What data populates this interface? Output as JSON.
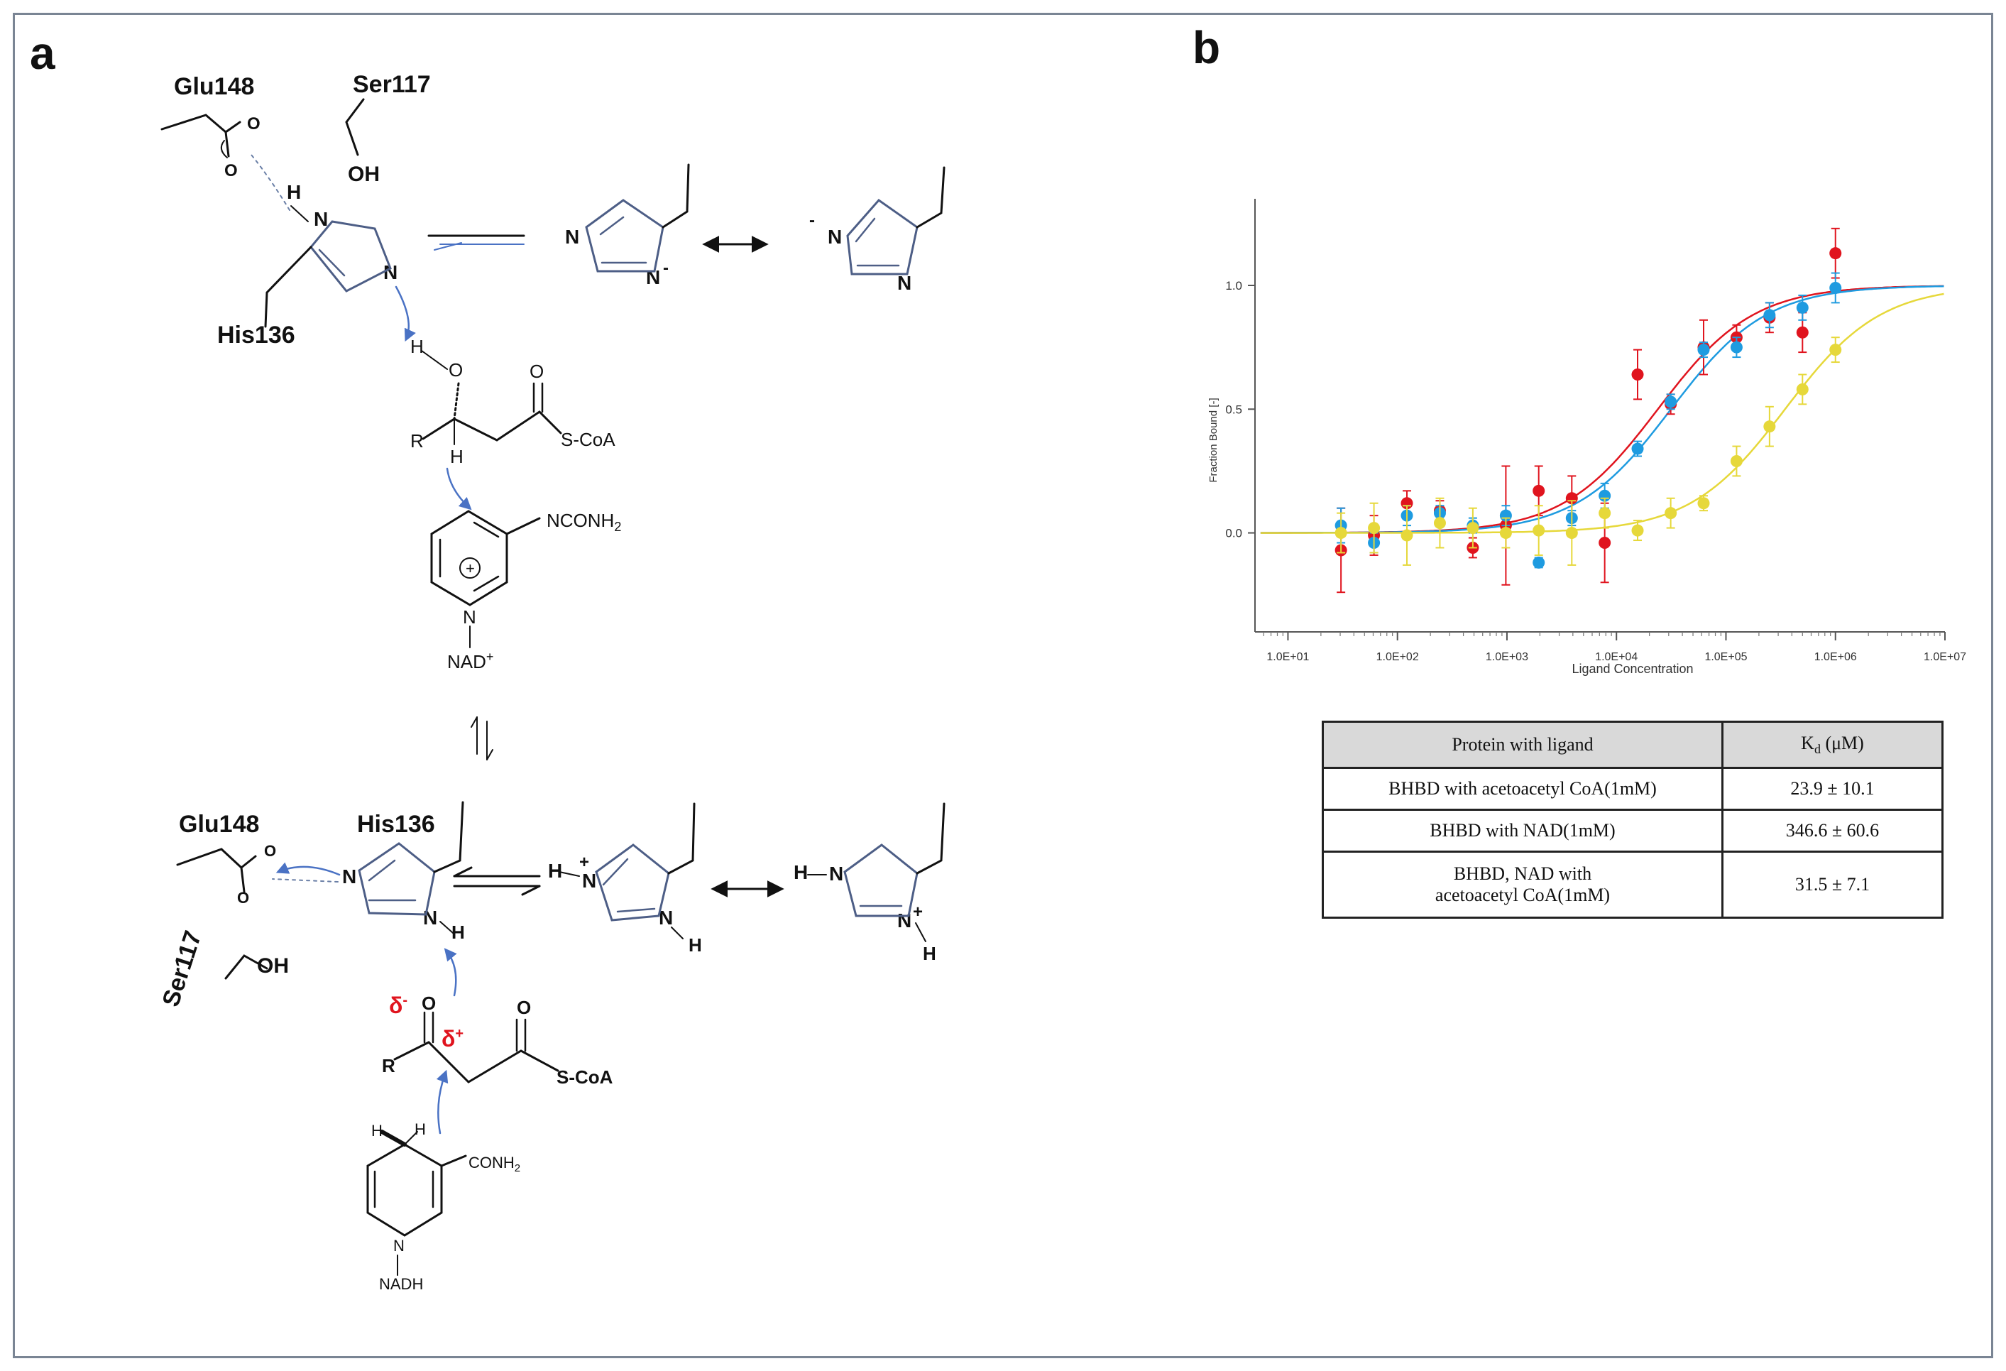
{
  "panel_a": {
    "letter": "a",
    "labels": {
      "glu148_top": "Glu148",
      "ser117_top": "Ser117",
      "his136_top": "His136",
      "oh_top": "OH",
      "h_his": "H",
      "n": "N",
      "h": "H",
      "o": "O",
      "r": "R",
      "s_coa": "S-CoA",
      "nconh2": "NCONH",
      "nconh2_sub": "2",
      "nad_plus": "NAD",
      "nad_plus_sup": "+",
      "circle_plus": "+",
      "glu148_bottom": "Glu148",
      "his136_bottom": "His136",
      "ser117_bottom": "Ser117",
      "oh_bottom": "OH",
      "delta_minus": "δ",
      "delta_minus_sup": "-",
      "delta_plus": "δ",
      "delta_plus_sup": "+",
      "conh2": "CONH",
      "conh2_sub": "2",
      "nadh": "NADH",
      "plus": "+",
      "minus": "-"
    },
    "colors": {
      "arrow": "#4a72c4",
      "ring": "#4d5e86",
      "delta": "#e0141e",
      "bond": "#111111"
    }
  },
  "panel_b": {
    "letter": "b",
    "chart_data": {
      "type": "scatter",
      "xlabel": "Ligand Concentration",
      "ylabel": "Fraction Bound [-]",
      "x_scale": "log",
      "xlim": [
        5,
        10000000
      ],
      "ylim": [
        -0.4,
        1.35
      ],
      "x_tick_labels": [
        "1.0E+01",
        "1.0E+02",
        "1.0E+03",
        "1.0E+04",
        "1.0E+05",
        "1.0E+06",
        "1.0E+07"
      ],
      "x_ticks": [
        10,
        100,
        1000,
        10000,
        100000,
        1000000,
        10000000
      ],
      "y_tick_labels": [
        "0.0",
        "0.5",
        "1.0"
      ],
      "y_ticks": [
        0,
        0.5,
        1.0
      ],
      "grid": false,
      "x": [
        30.5,
        61,
        122,
        244,
        488,
        977,
        1950,
        3910,
        7810,
        15600,
        31300,
        62500,
        125000,
        250000,
        500000,
        1000000
      ],
      "series": [
        {
          "color": "#e0141e",
          "y": [
            -0.07,
            -0.01,
            0.12,
            0.09,
            -0.06,
            0.03,
            0.17,
            0.14,
            -0.04,
            0.64,
            0.52,
            0.75,
            0.79,
            0.87,
            0.81,
            1.13
          ],
          "err": [
            0.17,
            0.08,
            0.05,
            0.04,
            0.04,
            0.24,
            0.1,
            0.09,
            0.16,
            0.1,
            0.04,
            0.11,
            0.05,
            0.06,
            0.08,
            0.1
          ],
          "fit_kd": 23.9
        },
        {
          "color": "#1e9be0",
          "y": [
            0.03,
            -0.04,
            0.07,
            0.08,
            0.03,
            0.07,
            -0.12,
            0.06,
            0.15,
            0.34,
            0.53,
            0.74,
            0.75,
            0.88,
            0.91,
            0.99
          ],
          "err": [
            0.07,
            0.04,
            0.04,
            0.03,
            0.03,
            0.04,
            0.02,
            0.03,
            0.05,
            0.03,
            0.03,
            0.03,
            0.04,
            0.05,
            0.05,
            0.06
          ],
          "fit_kd": 31.5
        },
        {
          "color": "#e6d83a",
          "y": [
            0.0,
            0.02,
            -0.01,
            0.04,
            0.02,
            0.0,
            0.01,
            0.0,
            0.08,
            0.01,
            0.08,
            0.12,
            0.29,
            0.43,
            0.58,
            0.74
          ],
          "err": [
            0.08,
            0.1,
            0.12,
            0.1,
            0.08,
            0.06,
            0.1,
            0.13,
            0.06,
            0.04,
            0.06,
            0.03,
            0.06,
            0.08,
            0.06,
            0.05
          ],
          "fit_kd": 346.6
        }
      ]
    },
    "table": {
      "header_col1": "Protein with ligand",
      "header_col2_main": "K",
      "header_col2_sub": "d",
      "header_col2_unit": " (μM)",
      "rows": [
        {
          "protein": "BHBD with acetoacetyl CoA(1mM)",
          "kd": "23.9 ± 10.1"
        },
        {
          "protein": "BHBD with NAD(1mM)",
          "kd": "346.6 ± 60.6"
        },
        {
          "protein_line1": "BHBD, NAD with",
          "protein_line2": "acetoacetyl CoA(1mM)",
          "kd": "31.5 ± 7.1"
        }
      ]
    }
  }
}
